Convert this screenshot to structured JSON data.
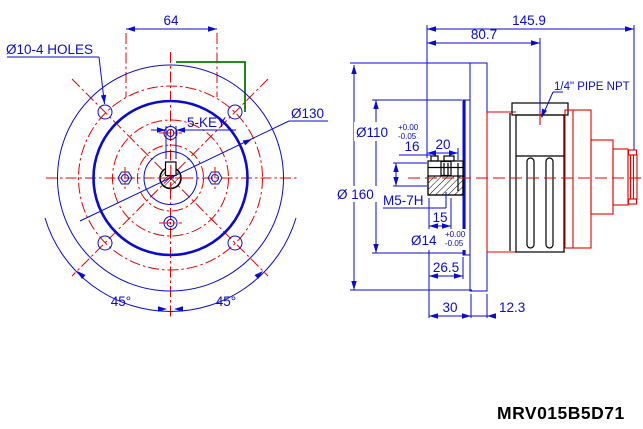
{
  "drawing_type": "engineering-drawing",
  "colors": {
    "dimension_blue": "#0b0bd0",
    "centerline_red": "#e90000",
    "outline_black": "#000000",
    "hidden_green": "#067a06"
  },
  "front_view": {
    "dim_64": "64",
    "holes_label": "Ø10-4 HOLES",
    "key_label": "5-KEY",
    "dia_130": "Ø130",
    "angle_left": "45°",
    "angle_right": "45°"
  },
  "side_view": {
    "dim_145_9": "145.9",
    "dim_80_7": "80.7",
    "npt_label": "1/4\" PIPE NPT",
    "dia_110": "Ø110",
    "dia_110_tol_upper": "+0.00",
    "dia_110_tol_lower": "-0.05",
    "dim_16": "16",
    "dim_20": "20",
    "dia_160": "Ø 160",
    "thread_label": "M5-7H",
    "dim_15": "15",
    "dia_14": "Ø14",
    "dia_14_tol_upper": "+0.00",
    "dia_14_tol_lower": "-0.05",
    "dim_26_5": "26.5",
    "dim_30": "30",
    "dim_12_3": "12.3"
  },
  "part_number": "MRV015B5D71"
}
